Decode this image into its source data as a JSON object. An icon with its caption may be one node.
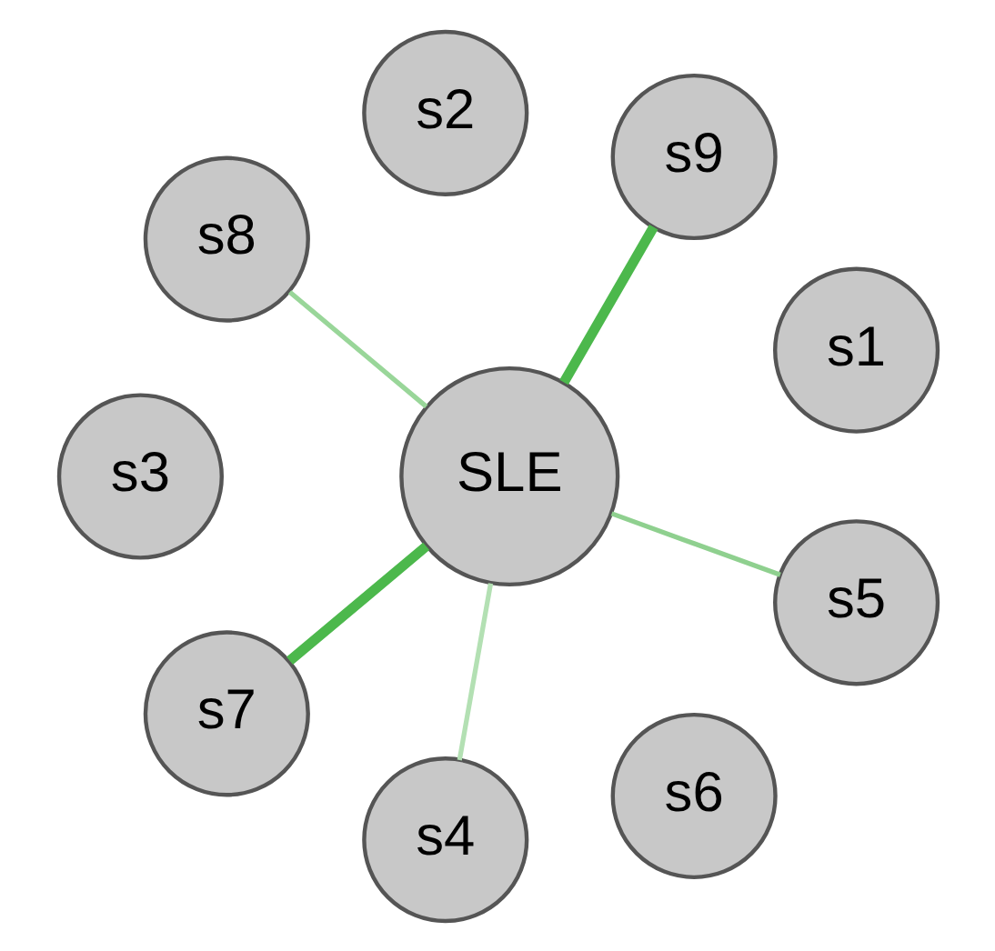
{
  "diagram": {
    "nodes": [
      {
        "text": [
          "s1"
        ]
      },
      {
        "text": [
          "s9"
        ]
      },
      {
        "text": [
          "s2"
        ]
      },
      {
        "text": [
          "s8"
        ]
      },
      {
        "text": [
          "SLE"
        ]
      },
      {
        "text": [
          "s3"
        ]
      },
      {
        "text": [
          "s7"
        ]
      },
      {
        "text": [
          "s4"
        ]
      },
      {
        "text": [
          "s6"
        ]
      },
      {
        "text": [
          "s5"
        ]
      }
    ],
    "edges": [
      {
        "from": 4,
        "to": 1,
        "arrow": "none",
        "style": "thick",
        "color": "#4cb84c"
      },
      {
        "from": 4,
        "to": 3,
        "arrow": "none",
        "color": "#99d699"
      },
      {
        "from": 4,
        "to": 6,
        "arrow": "none",
        "style": "thick",
        "color": "#4cb84c"
      },
      {
        "from": 4,
        "to": 9,
        "arrow": "none",
        "color": "#8fd08f"
      },
      {
        "from": 4,
        "to": 7,
        "arrow": "none",
        "color": "#b3e0b3"
      }
    ]
  }
}
